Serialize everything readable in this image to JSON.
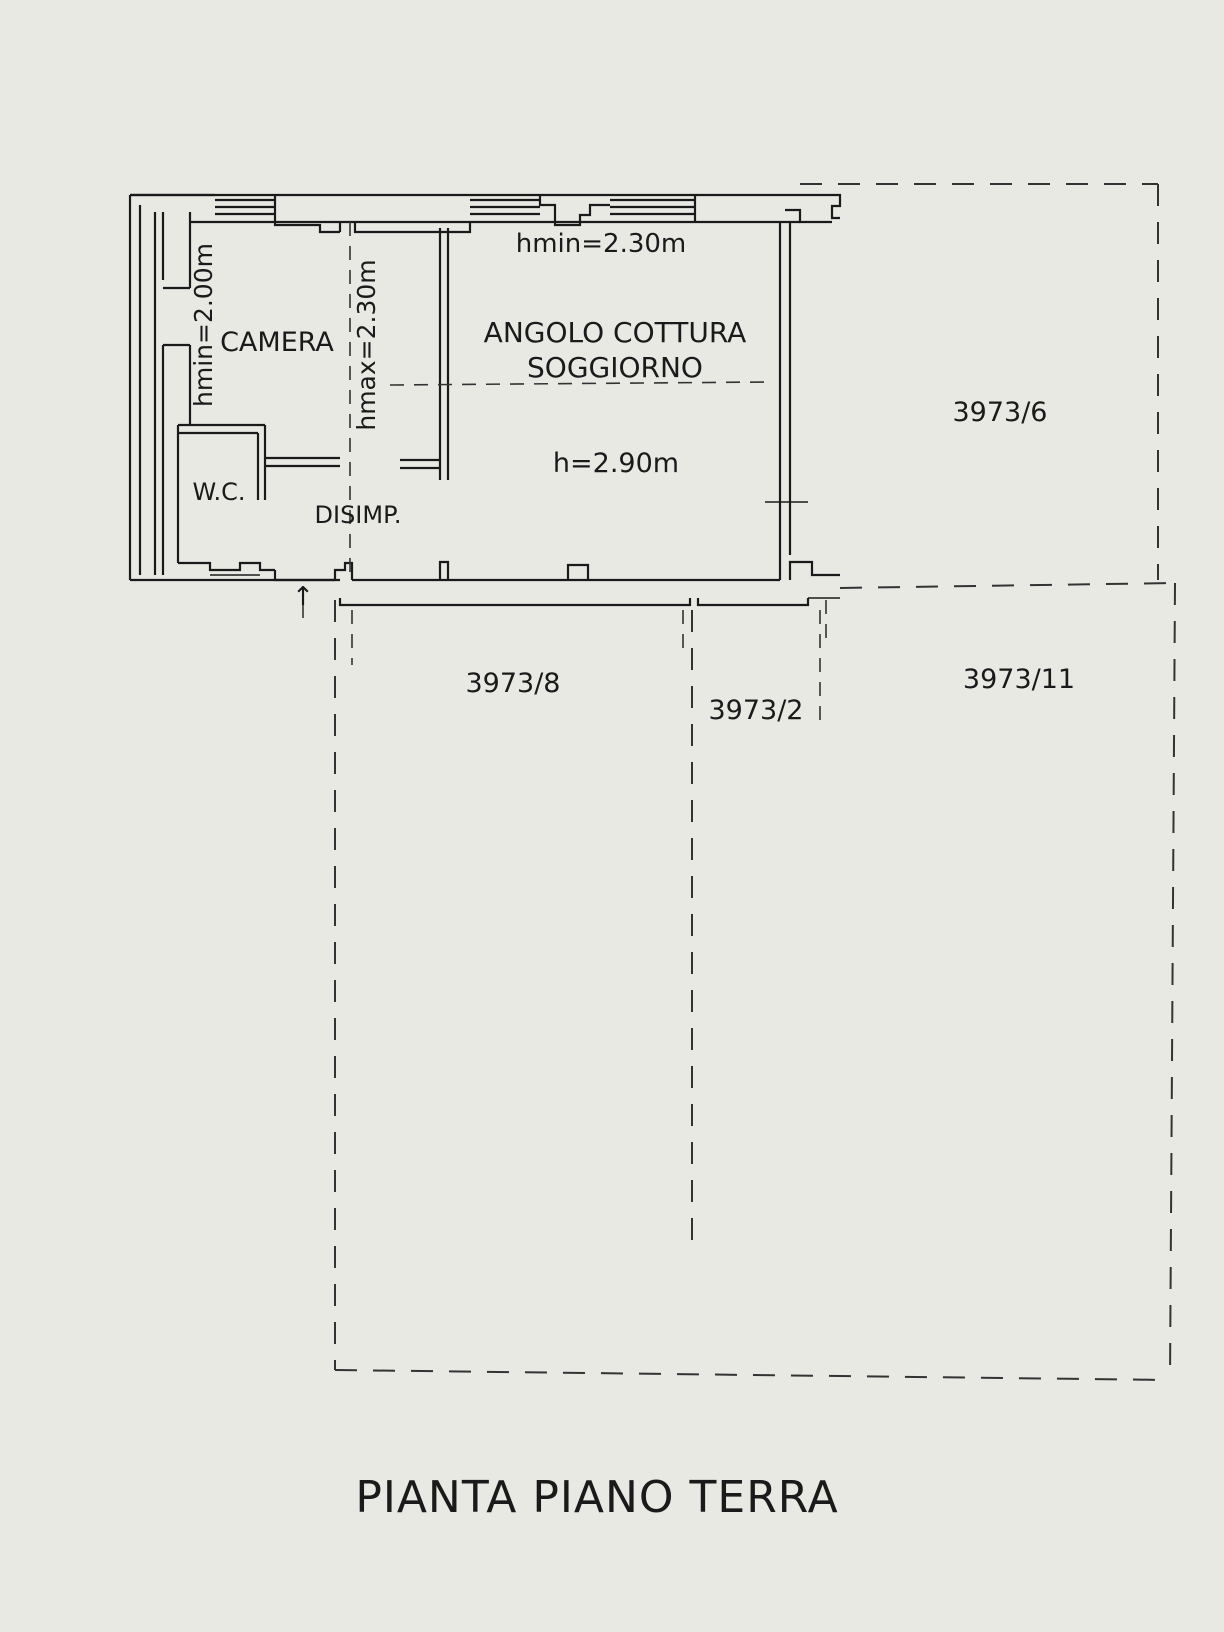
{
  "rooms": {
    "camera": "CAMERA",
    "angolo_cottura": "ANGOLO COTTURA",
    "soggiorno": "SOGGIORNO",
    "wc": "W.C.",
    "disimpegno": "DISIMP."
  },
  "heights": {
    "camera_hmin": "hmin=2.00m",
    "disimpegno_hmax": "hmax=2.30m",
    "soggiorno_hmin": "hmin=2.30m",
    "soggiorno_h": "h=2.90m"
  },
  "parcels": {
    "p6": "3973/6",
    "p8": "3973/8",
    "p2": "3973/2",
    "p11": "3973/11"
  },
  "entrance_arrow": "↑",
  "title": "PIANTA PIANO TERRA"
}
